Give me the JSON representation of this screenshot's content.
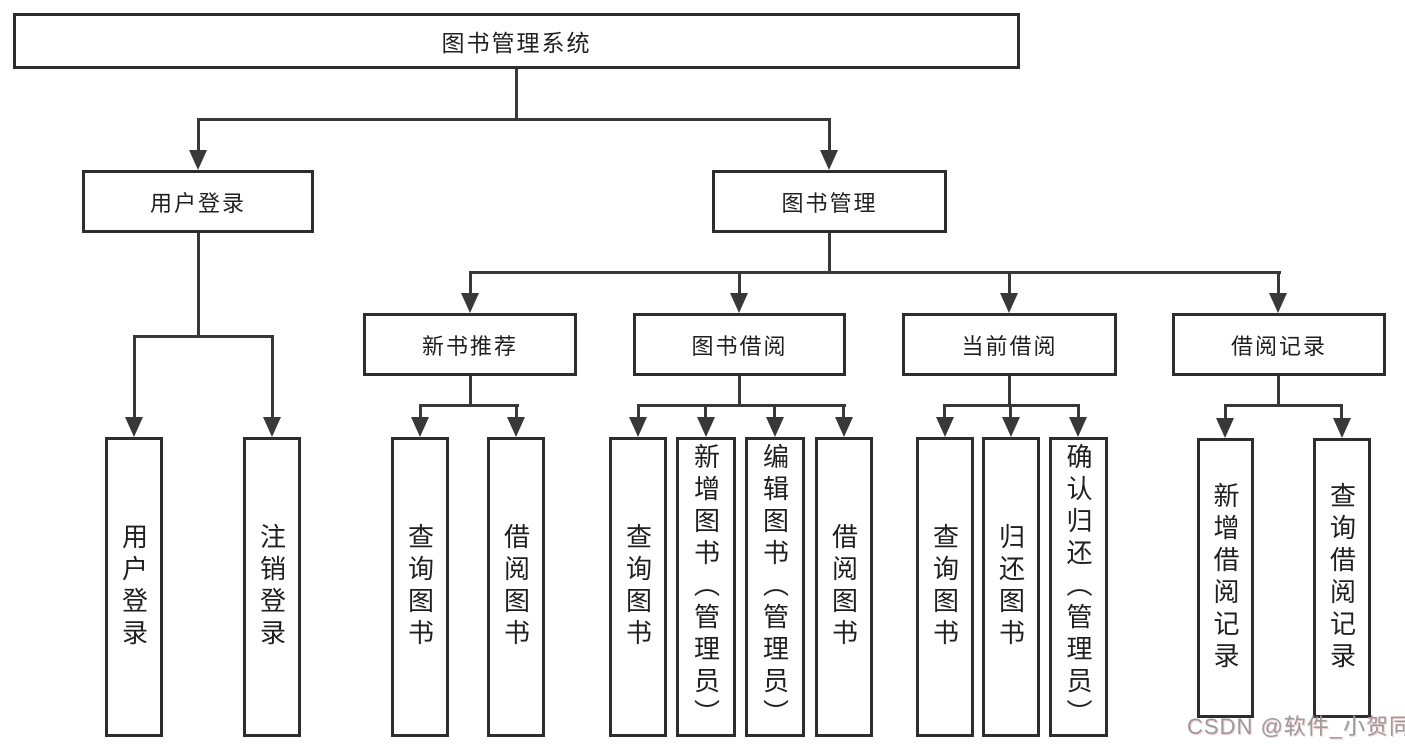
{
  "colors": {
    "line": "#383838",
    "border": "#2d2d2d",
    "text": "#1f1f1f",
    "bg": "#ffffff",
    "watermark": "#9b9b9b"
  },
  "root": {
    "label": "图书管理系统"
  },
  "level2": {
    "user_login": "用户登录",
    "book_mgmt": "图书管理"
  },
  "level3": {
    "new_book_rec": "新书推荐",
    "book_borrow": "图书借阅",
    "current_borrow": "当前借阅",
    "borrow_records": "借阅记录"
  },
  "leaves": {
    "user_login": "用户登录",
    "logout": "注销登录",
    "nb_query": "查询图书",
    "nb_borrow": "借阅图书",
    "bb_query": "查询图书",
    "bb_add": "新增图书（管理员）",
    "bb_edit": "编辑图书（管理员）",
    "bb_borrow": "借阅图书",
    "cb_query": "查询图书",
    "cb_return": "归还图书",
    "cb_confirm": "确认归还（管理员）",
    "br_add": "新增借阅记录",
    "br_query": "查询借阅记录"
  },
  "watermark": "CSDN @软件_小贺同学"
}
